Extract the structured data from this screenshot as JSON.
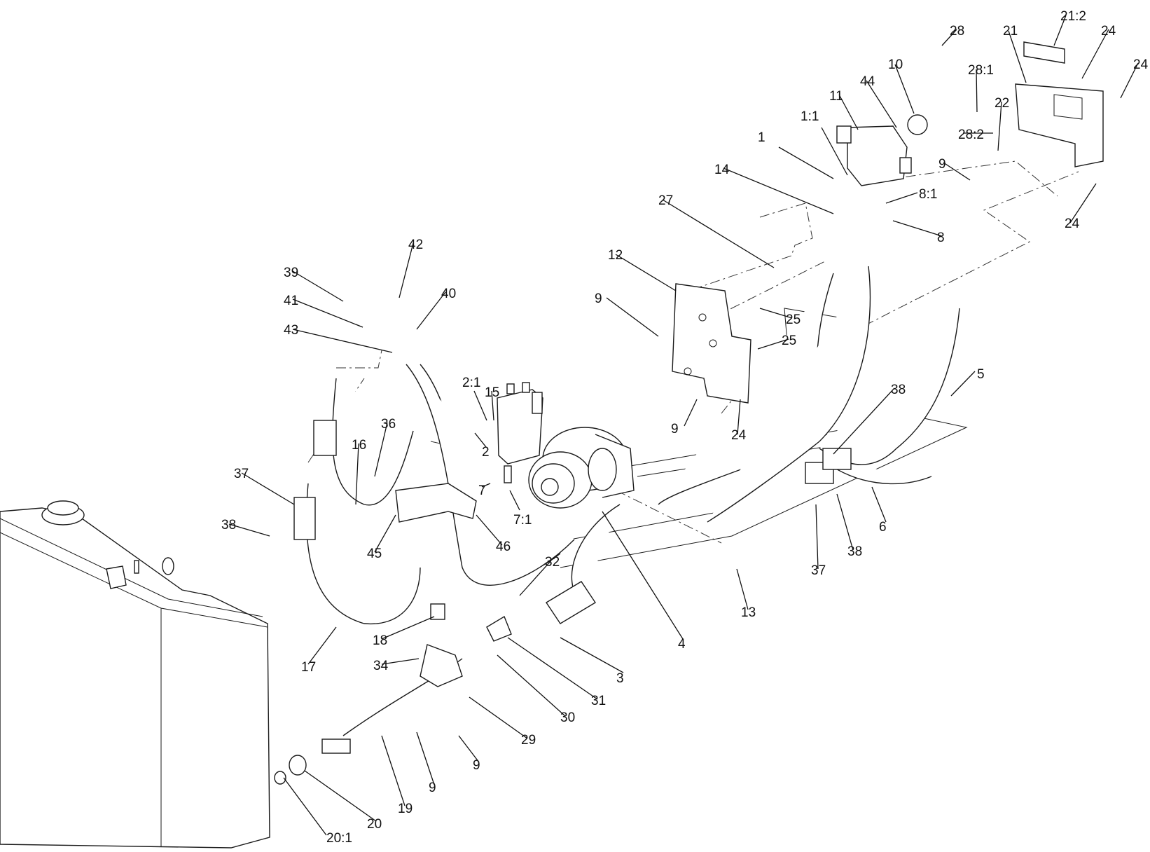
{
  "diagram": {
    "callouts": [
      {
        "text": "1",
        "leader": [
          [
            1112,
            210
          ],
          [
            1190,
            255
          ]
        ]
      },
      {
        "text": "1:1",
        "leader": [
          [
            1173,
            182
          ],
          [
            1210,
            250
          ]
        ]
      },
      {
        "text": "2",
        "leader": [
          [
            694,
            638
          ],
          [
            678,
            618
          ]
        ]
      },
      {
        "text": "2:1",
        "leader": [
          [
            677,
            558
          ],
          [
            695,
            600
          ]
        ]
      },
      {
        "text": "3",
        "leader": [
          [
            890,
            960
          ],
          [
            800,
            910
          ]
        ]
      },
      {
        "text": "4",
        "leader": [
          [
            975,
            912
          ],
          [
            860,
            730
          ]
        ]
      },
      {
        "text": "5",
        "leader": [
          [
            1392,
            530
          ],
          [
            1358,
            565
          ]
        ]
      },
      {
        "text": "6",
        "leader": [
          [
            1265,
            745
          ],
          [
            1245,
            695
          ]
        ]
      },
      {
        "text": "7",
        "leader": [
          [
            688,
            695
          ],
          [
            700,
            690
          ]
        ]
      },
      {
        "text": "7:1",
        "leader": [
          [
            742,
            728
          ],
          [
            728,
            700
          ]
        ]
      },
      {
        "text": "8",
        "leader": [
          [
            1345,
            337
          ],
          [
            1275,
            315
          ]
        ]
      },
      {
        "text": "8:1",
        "leader": [
          [
            1310,
            275
          ],
          [
            1265,
            290
          ]
        ]
      },
      {
        "text": "9",
        "leader": [
          [
            866,
            425
          ],
          [
            940,
            480
          ]
        ]
      },
      {
        "text": "9",
        "leader": [
          [
            977,
            608
          ],
          [
            995,
            570
          ]
        ]
      },
      {
        "text": "9",
        "leader": [
          [
            1347,
            232
          ],
          [
            1385,
            257
          ]
        ]
      },
      {
        "text": "9",
        "leader": [
          [
            620,
            1120
          ],
          [
            595,
            1045
          ]
        ]
      },
      {
        "text": "9",
        "leader": [
          [
            684,
            1088
          ],
          [
            655,
            1050
          ]
        ]
      },
      {
        "text": "10",
        "leader": [
          [
            1278,
            92
          ],
          [
            1305,
            162
          ]
        ]
      },
      {
        "text": "11",
        "leader": [
          [
            1198,
            135
          ],
          [
            1225,
            185
          ]
        ]
      },
      {
        "text": "12",
        "leader": [
          [
            879,
            363
          ],
          [
            965,
            415
          ]
        ]
      },
      {
        "text": "13",
        "leader": [
          [
            1068,
            870
          ],
          [
            1052,
            812
          ]
        ]
      },
      {
        "text": "14",
        "leader": [
          [
            1033,
            240
          ],
          [
            1190,
            305
          ]
        ]
      },
      {
        "text": "15",
        "leader": [
          [
            702,
            558
          ],
          [
            705,
            600
          ]
        ]
      },
      {
        "text": "16",
        "leader": [
          [
            512,
            633
          ],
          [
            508,
            720
          ]
        ]
      },
      {
        "text": "17",
        "leader": [
          [
            440,
            948
          ],
          [
            480,
            895
          ]
        ]
      },
      {
        "text": "18",
        "leader": [
          [
            545,
            912
          ],
          [
            620,
            880
          ]
        ]
      },
      {
        "text": "19",
        "leader": [
          [
            578,
            1150
          ],
          [
            545,
            1050
          ]
        ]
      },
      {
        "text": "20",
        "leader": [
          [
            537,
            1172
          ],
          [
            435,
            1100
          ]
        ]
      },
      {
        "text": "20:1",
        "leader": [
          [
            466,
            1192
          ],
          [
            405,
            1110
          ]
        ]
      },
      {
        "text": "21",
        "leader": [
          [
            1440,
            44
          ],
          [
            1465,
            118
          ]
        ]
      },
      {
        "text": "21:2",
        "leader": [
          [
            1522,
            22
          ],
          [
            1505,
            65
          ]
        ]
      },
      {
        "text": "22",
        "leader": [
          [
            1430,
            145
          ],
          [
            1425,
            215
          ]
        ]
      },
      {
        "text": "24",
        "leader": [
          [
            1583,
            42
          ],
          [
            1545,
            112
          ]
        ]
      },
      {
        "text": "24",
        "leader": [
          [
            1625,
            90
          ],
          [
            1600,
            140
          ]
        ]
      },
      {
        "text": "24",
        "leader": [
          [
            1528,
            318
          ],
          [
            1565,
            262
          ]
        ]
      },
      {
        "text": "24",
        "leader": [
          [
            1053,
            620
          ],
          [
            1057,
            570
          ]
        ]
      },
      {
        "text": "25",
        "leader": [
          [
            1131,
            454
          ],
          [
            1085,
            440
          ]
        ]
      },
      {
        "text": "25",
        "leader": [
          [
            1126,
            484
          ],
          [
            1082,
            498
          ]
        ]
      },
      {
        "text": "27",
        "leader": [
          [
            946,
            285
          ],
          [
            1105,
            382
          ]
        ]
      },
      {
        "text": "28",
        "leader": [
          [
            1366,
            42
          ],
          [
            1345,
            65
          ]
        ]
      },
      {
        "text": "28:1",
        "leader": [
          [
            1394,
            99
          ],
          [
            1395,
            160
          ]
        ]
      },
      {
        "text": "28:2",
        "leader": [
          [
            1375,
            190
          ],
          [
            1418,
            190
          ]
        ]
      },
      {
        "text": "29",
        "leader": [
          [
            753,
            1054
          ],
          [
            670,
            995
          ]
        ]
      },
      {
        "text": "30",
        "leader": [
          [
            807,
            1022
          ],
          [
            710,
            935
          ]
        ]
      },
      {
        "text": "31",
        "leader": [
          [
            853,
            998
          ],
          [
            725,
            910
          ]
        ]
      },
      {
        "text": "32",
        "leader": [
          [
            787,
            800
          ],
          [
            742,
            850
          ]
        ]
      },
      {
        "text": "34",
        "leader": [
          [
            545,
            948
          ],
          [
            598,
            940
          ]
        ]
      },
      {
        "text": "36",
        "leader": [
          [
            553,
            603
          ],
          [
            535,
            680
          ]
        ]
      },
      {
        "text": "37",
        "leader": [
          [
            345,
            675
          ],
          [
            420,
            720
          ]
        ]
      },
      {
        "text": "37",
        "leader": [
          [
            1168,
            812
          ],
          [
            1165,
            720
          ]
        ]
      },
      {
        "text": "38",
        "leader": [
          [
            327,
            748
          ],
          [
            385,
            765
          ]
        ]
      },
      {
        "text": "38",
        "leader": [
          [
            1277,
            554
          ],
          [
            1190,
            648
          ]
        ]
      },
      {
        "text": "38",
        "leader": [
          [
            1218,
            785
          ],
          [
            1195,
            705
          ]
        ]
      },
      {
        "text": "39",
        "leader": [
          [
            418,
            387
          ],
          [
            490,
            430
          ]
        ]
      },
      {
        "text": "40",
        "leader": [
          [
            636,
            417
          ],
          [
            595,
            470
          ]
        ]
      },
      {
        "text": "41",
        "leader": [
          [
            418,
            427
          ],
          [
            518,
            467
          ]
        ]
      },
      {
        "text": "42",
        "leader": [
          [
            590,
            347
          ],
          [
            570,
            425
          ]
        ]
      },
      {
        "text": "43",
        "leader": [
          [
            418,
            470
          ],
          [
            560,
            503
          ]
        ]
      },
      {
        "text": "44",
        "leader": [
          [
            1237,
            115
          ],
          [
            1280,
            182
          ]
        ]
      },
      {
        "text": "45",
        "leader": [
          [
            535,
            788
          ],
          [
            565,
            735
          ]
        ]
      },
      {
        "text": "46",
        "leader": [
          [
            717,
            778
          ],
          [
            680,
            735
          ]
        ]
      }
    ]
  }
}
